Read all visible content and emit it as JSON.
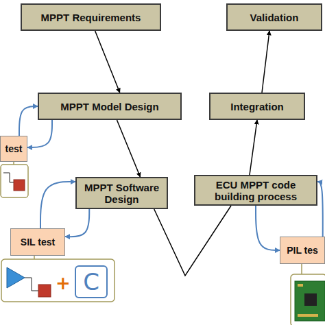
{
  "diagram": {
    "nodes": [
      {
        "text": [
          "MPPT Requirements"
        ]
      },
      {
        "text": [
          "Validation"
        ]
      },
      {
        "text": [
          "MPPT Model Design"
        ]
      },
      {
        "text": [
          "Integration"
        ]
      },
      {
        "text": [
          "test"
        ]
      },
      {
        "text": [
          "MPPT Software Design"
        ]
      },
      {
        "text": [
          "ECU MPPT code building process"
        ]
      },
      {
        "text": [
          "SIL test"
        ]
      },
      {
        "text": [
          "PIL tes"
        ]
      }
    ],
    "edges": [
      {
        "from": 0,
        "to": 2,
        "arrow": "to"
      },
      {
        "from": 2,
        "to": 5,
        "arrow": "to"
      },
      {
        "from": 5,
        "to": 6,
        "arrow": "none"
      },
      {
        "from": 6,
        "to": 3,
        "arrow": "to"
      },
      {
        "from": 3,
        "to": 1,
        "arrow": "to"
      },
      {
        "from": 4,
        "to": 2,
        "arrow": "to"
      },
      {
        "from": 2,
        "to": 4,
        "arrow": "to"
      },
      {
        "from": 7,
        "to": 5,
        "arrow": "to"
      },
      {
        "from": 5,
        "to": 7,
        "arrow": "to"
      },
      {
        "from": 8,
        "to": 6,
        "arrow": "to"
      },
      {
        "from": 6,
        "to": 8,
        "arrow": "to"
      }
    ],
    "labels": [
      "+",
      "C"
    ]
  }
}
